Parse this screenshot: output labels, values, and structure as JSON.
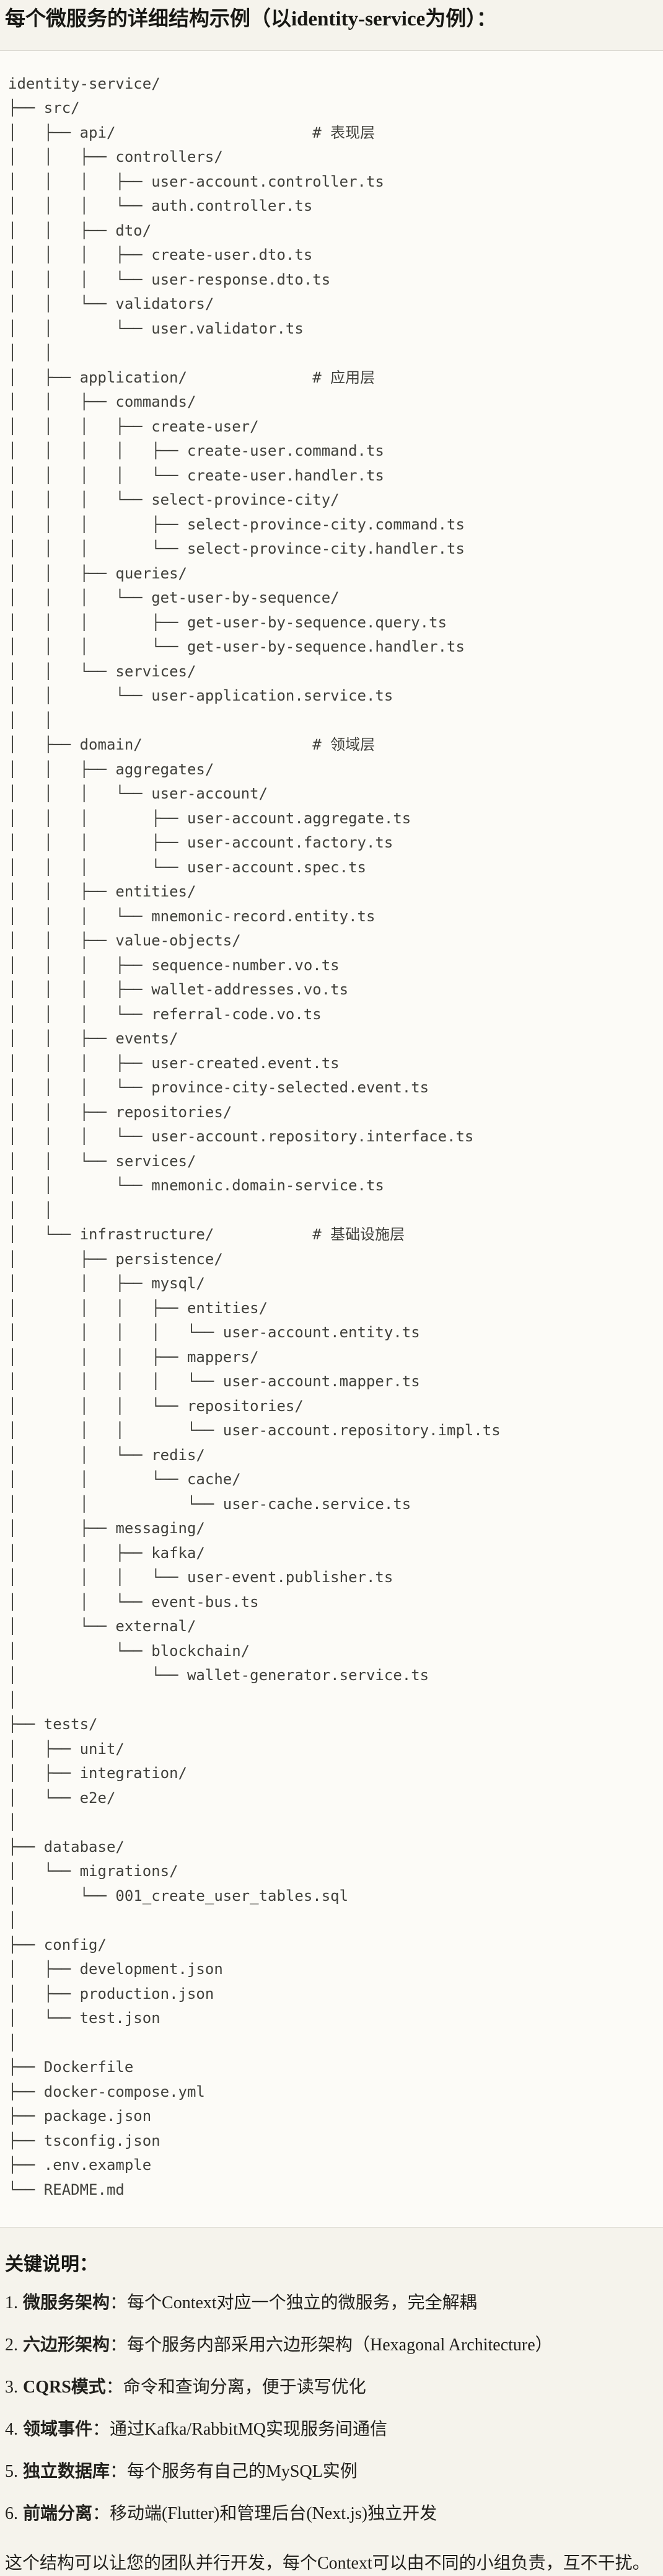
{
  "page": {
    "title": "每个微服务的详细结构示例（以identity-service为例）："
  },
  "colors": {
    "page_background": "#f5f3ec",
    "code_background": "#fcfbf7",
    "code_border": "#dbd9d2",
    "code_text": "#40403b",
    "heading_text": "#171713"
  },
  "code_block": {
    "language": "plaintext",
    "lines": [
      "identity-service/",
      "├── src/",
      "│   ├── api/                      # 表现层",
      "│   │   ├── controllers/",
      "│   │   │   ├── user-account.controller.ts",
      "│   │   │   └── auth.controller.ts",
      "│   │   ├── dto/",
      "│   │   │   ├── create-user.dto.ts",
      "│   │   │   └── user-response.dto.ts",
      "│   │   └── validators/",
      "│   │       └── user.validator.ts",
      "│   │",
      "│   ├── application/              # 应用层",
      "│   │   ├── commands/",
      "│   │   │   ├── create-user/",
      "│   │   │   │   ├── create-user.command.ts",
      "│   │   │   │   └── create-user.handler.ts",
      "│   │   │   └── select-province-city/",
      "│   │   │       ├── select-province-city.command.ts",
      "│   │   │       └── select-province-city.handler.ts",
      "│   │   ├── queries/",
      "│   │   │   └── get-user-by-sequence/",
      "│   │   │       ├── get-user-by-sequence.query.ts",
      "│   │   │       └── get-user-by-sequence.handler.ts",
      "│   │   └── services/",
      "│   │       └── user-application.service.ts",
      "│   │",
      "│   ├── domain/                   # 领域层",
      "│   │   ├── aggregates/",
      "│   │   │   └── user-account/",
      "│   │   │       ├── user-account.aggregate.ts",
      "│   │   │       ├── user-account.factory.ts",
      "│   │   │       └── user-account.spec.ts",
      "│   │   ├── entities/",
      "│   │   │   └── mnemonic-record.entity.ts",
      "│   │   ├── value-objects/",
      "│   │   │   ├── sequence-number.vo.ts",
      "│   │   │   ├── wallet-addresses.vo.ts",
      "│   │   │   └── referral-code.vo.ts",
      "│   │   ├── events/",
      "│   │   │   ├── user-created.event.ts",
      "│   │   │   └── province-city-selected.event.ts",
      "│   │   ├── repositories/",
      "│   │   │   └── user-account.repository.interface.ts",
      "│   │   └── services/",
      "│   │       └── mnemonic.domain-service.ts",
      "│   │",
      "│   └── infrastructure/           # 基础设施层",
      "│       ├── persistence/",
      "│       │   ├── mysql/",
      "│       │   │   ├── entities/",
      "│       │   │   │   └── user-account.entity.ts",
      "│       │   │   ├── mappers/",
      "│       │   │   │   └── user-account.mapper.ts",
      "│       │   │   └── repositories/",
      "│       │   │       └── user-account.repository.impl.ts",
      "│       │   └── redis/",
      "│       │       └── cache/",
      "│       │           └── user-cache.service.ts",
      "│       ├── messaging/",
      "│       │   ├── kafka/",
      "│       │   │   └── user-event.publisher.ts",
      "│       │   └── event-bus.ts",
      "│       └── external/",
      "│           └── blockchain/",
      "│               └── wallet-generator.service.ts",
      "│",
      "├── tests/",
      "│   ├── unit/",
      "│   ├── integration/",
      "│   └── e2e/",
      "│",
      "├── database/",
      "│   └── migrations/",
      "│       └── 001_create_user_tables.sql",
      "│",
      "├── config/",
      "│   ├── development.json",
      "│   ├── production.json",
      "│   └── test.json",
      "│",
      "├── Dockerfile",
      "├── docker-compose.yml",
      "├── package.json",
      "├── tsconfig.json",
      "├── .env.example",
      "└── README.md"
    ]
  },
  "notes": {
    "heading": "关键说明：",
    "items": [
      {
        "num": "1.",
        "label": "微服务架构",
        "text": "：每个Context对应一个独立的微服务，完全解耦"
      },
      {
        "num": "2.",
        "label": "六边形架构",
        "text": "：每个服务内部采用六边形架构（Hexagonal Architecture）"
      },
      {
        "num": "3.",
        "label": "CQRS模式",
        "text": "：命令和查询分离，便于读写优化"
      },
      {
        "num": "4.",
        "label": "领域事件",
        "text": "：通过Kafka/RabbitMQ实现服务间通信"
      },
      {
        "num": "5.",
        "label": "独立数据库",
        "text": "：每个服务有自己的MySQL实例"
      },
      {
        "num": "6.",
        "label": "前端分离",
        "text": "：移动端(Flutter)和管理后台(Next.js)独立开发"
      }
    ],
    "footer": "这个结构可以让您的团队并行开发，每个Context可以由不同的小组负责，互不干扰。"
  }
}
